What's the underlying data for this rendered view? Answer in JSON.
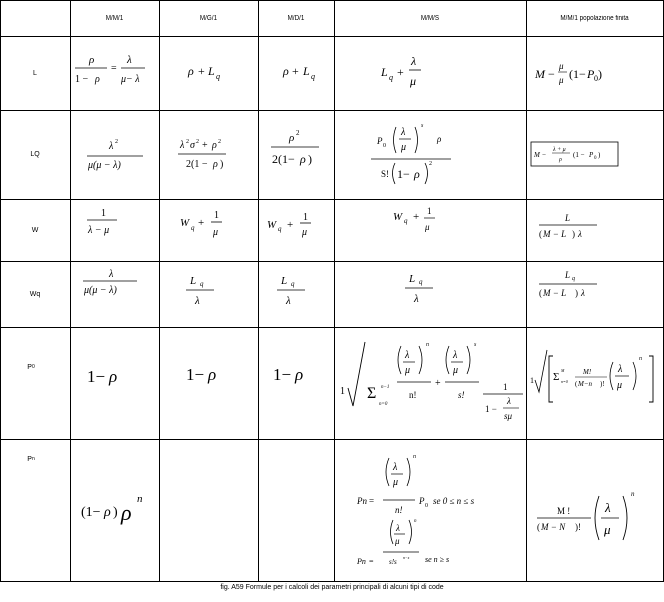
{
  "headers": [
    "M/M/1",
    "M/G/1",
    "M/D/1",
    "M/M/S",
    "M/M/1 popolazione finita"
  ],
  "row_labels": {
    "L": "L",
    "LQ": "LQ",
    "W": "W",
    "Wq": "Wq",
    "P0": "P",
    "P0_sub": "0",
    "Pn": "P",
    "Pn_sub": "n"
  },
  "formulas": {
    "L_mm1": "ρ/(1−ρ) = λ/(μ−λ)",
    "L_mg1": "ρ + Lq",
    "L_md1": "ρ + Lq",
    "L_mms": "Lq + λ/μ",
    "L_finite": "M − (μ/λ)(1 − P0)",
    "LQ_mm1": "λ² / (μ(μ − λ))",
    "LQ_mg1": "(λ²σ² + ρ²) / (2(1 − ρ))",
    "LQ_md1": "ρ² / (2(1 − ρ))",
    "LQ_mms": "P0 (λ/μ)^s ρ / (s!(1 − ρ)²)",
    "LQ_finite": "M − ((λ + μ)/ρ)(1 − P0)",
    "W_mm1": "1/(λ − μ)",
    "W_mg1": "Wq + 1/μ",
    "W_md1": "Wq + 1/μ",
    "W_mms": "Wq + 1/μ",
    "W_finite": "L / ((M − L)λ)",
    "Wq_mm1": "λ / (μ(μ − λ))",
    "Wq_mg1": "Lq / λ",
    "Wq_md1": "Lq / λ",
    "Wq_mms": "Lq / λ",
    "Wq_finite": "Lq / ((M − L)λ)",
    "P0_mm1": "1−ρ",
    "P0_mg1": "1−ρ",
    "P0_md1": "1−ρ",
    "P0_mms": "1 / [Σ_{n=0}^{s−1} (λ/μ)^n/n! + (λ/μ)^s/s! · 1/(1 − λ/(sμ))]",
    "P0_finite": "1 / [Σ_{n=0}^{M} M!/(M−n)! (λ/μ)^n]",
    "Pn_mm1": "(1−ρ)ρ^n",
    "Pn_mms_a": "Pn = (λ/μ)^n / n! · P0  se 0 ≤ n ≤ s",
    "Pn_mms_b": "Pn = (λ/μ)^n / (s! s^(n−s))  se n ≥ s",
    "Pn_finite": "M! / ((M − N)!) (λ/μ)^n"
  },
  "caption": "fig. A59  Formule per i calcoli dei parametri principali di alcuni tipi di code"
}
